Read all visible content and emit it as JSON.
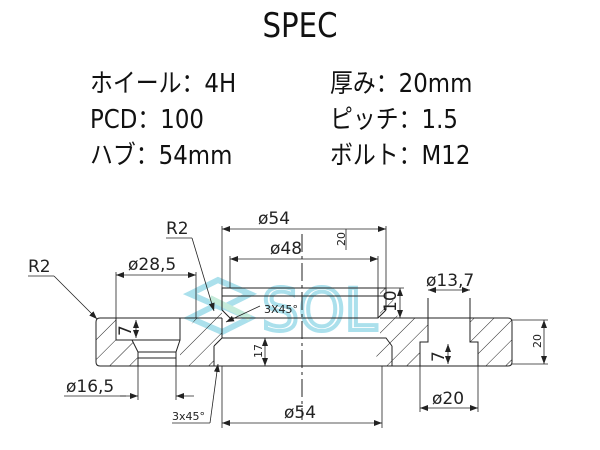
{
  "title": "SPEC",
  "specs": {
    "left": [
      {
        "label": "ホイール",
        "sep": "：",
        "value": "4H"
      },
      {
        "label": "PCD",
        "sep": "：",
        "value": "100"
      },
      {
        "label": "ハブ",
        "sep": "：",
        "value": "54mm"
      }
    ],
    "right": [
      {
        "label": "厚み",
        "sep": "：",
        "value": "20mm"
      },
      {
        "label": "ピッチ",
        "sep": "：",
        "value": "1.5"
      },
      {
        "label": "ボルト",
        "sep": "：",
        "value": "M12"
      }
    ]
  },
  "drawing": {
    "dimensions": {
      "r2_left": "R2",
      "r2_center": "R2",
      "d28_5": "ø28,5",
      "d54_top": "ø54",
      "d48": "ø48",
      "d13_7": "ø13,7",
      "d16_5": "ø16,5",
      "d54_bottom": "ø54",
      "d20": "ø20",
      "chamfer_top": "3X45°",
      "chamfer_bottom": "3x45°",
      "h7_left": "7",
      "h17": "17",
      "h10": "10",
      "h7_right": "7",
      "h20_right": "20",
      "h20_top": "20"
    },
    "watermark": "SOL",
    "colors": {
      "line": "#222222",
      "watermark_blue": "#7fd3e0",
      "watermark_green": "#a8e0c8"
    }
  }
}
